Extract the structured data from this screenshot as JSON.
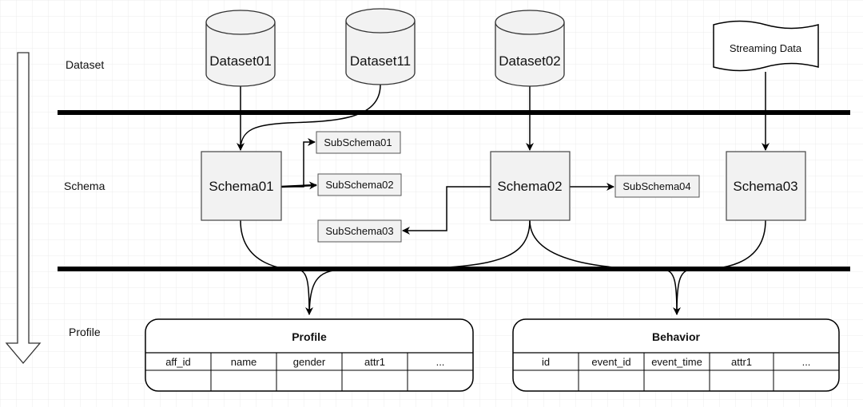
{
  "layers": {
    "dataset": "Dataset",
    "schema": "Schema",
    "profile": "Profile"
  },
  "datasets": {
    "d01": "Dataset01",
    "d11": "Dataset11",
    "d02": "Dataset02",
    "streaming": "Streaming Data"
  },
  "schemas": {
    "s01": "Schema01",
    "s02": "Schema02",
    "s03": "Schema03"
  },
  "subschemas": {
    "ss01": "SubSchema01",
    "ss02": "SubSchema02",
    "ss03": "SubSchema03",
    "ss04": "SubSchema04"
  },
  "tables": {
    "profile": {
      "title": "Profile",
      "columns": [
        "aff_id",
        "name",
        "gender",
        "attr1",
        "..."
      ]
    },
    "behavior": {
      "title": "Behavior",
      "columns": [
        "id",
        "event_id",
        "event_time",
        "attr1",
        "..."
      ]
    }
  }
}
